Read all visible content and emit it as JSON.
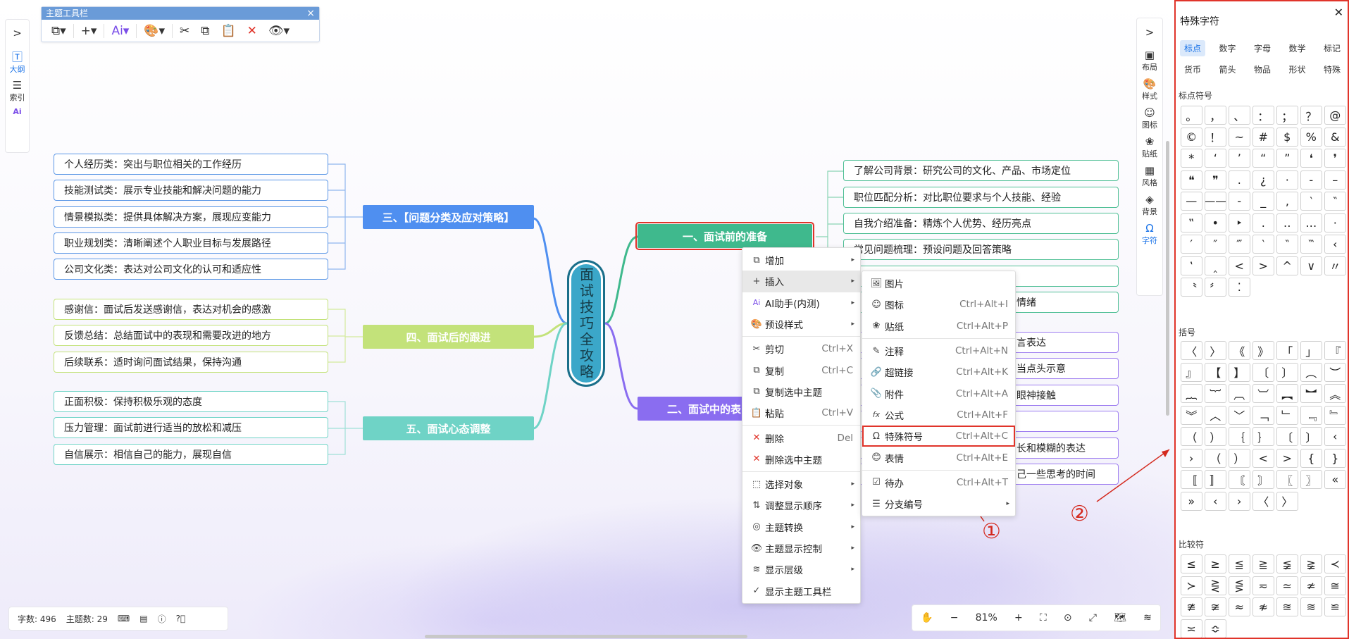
{
  "topic_toolbar": {
    "title": "主题工具栏",
    "close": "×",
    "items": [
      "⧉▾",
      "+▾",
      "Ai▾",
      "🎨▾",
      "✂",
      "⧉",
      "📋",
      "✕",
      "👁▾"
    ]
  },
  "left_rail": {
    "toggle": ">",
    "outline": "大纲",
    "index": "索引",
    "ai": "Ai"
  },
  "mindmap": {
    "root": "面试技巧全攻略",
    "branches": {
      "b1": "一、面试前的准备",
      "b2": "二、面试中的表",
      "b3": "三、【问题分类及应对策略】",
      "b4": "四、面试后的跟进",
      "b5": "五、面试心态调整"
    },
    "left_leaves": [
      "个人经历类：突出与职位相关的工作经历",
      "技能测试类：展示专业技能和解决问题的能力",
      "情景模拟类：提供具体解决方案，展现应变能力",
      "职业规划类：清晰阐述个人职业目标与发展路径",
      "公司文化类：表达对公司文化的认可和适应性",
      "感谢信：面试后发送感谢信，表达对机会的感激",
      "反馈总结：总结面试中的表现和需要改进的地方",
      "后续联系：适时询问面试结果，保持沟通",
      "正面积极：保持积极乐观的态度",
      "压力管理：面试前进行适当的放松和减压",
      "自信展示：相信自己的能力，展现自信"
    ],
    "right_leaves": [
      "了解公司背景：研究公司的文化、产品、市场定位",
      "职位匹配分析：对比职位要求与个人技能、经验",
      "自我介绍准备：精炼个人优势、经历亮点",
      "常见问题梳理：预设问题及回答策略",
      "",
      "情绪",
      "言表达",
      "当点头示意",
      "眼神接触",
      "",
      "长和模糊的表达",
      "己一些思考的时间"
    ]
  },
  "context_menu": [
    {
      "icon": "⧉",
      "label": "增加",
      "shortcut": "",
      "arrow": "▸"
    },
    {
      "icon": "+",
      "label": "插入",
      "shortcut": "",
      "arrow": "▸"
    },
    {
      "icon": "Ai",
      "label": "AI助手(内测)",
      "shortcut": "",
      "arrow": "▸"
    },
    {
      "icon": "🎨",
      "label": "预设样式",
      "shortcut": "",
      "arrow": "▸"
    },
    {
      "icon": "✂",
      "label": "剪切",
      "shortcut": "Ctrl+X",
      "arrow": ""
    },
    {
      "icon": "⧉",
      "label": "复制",
      "shortcut": "Ctrl+C",
      "arrow": ""
    },
    {
      "icon": "⧉",
      "label": "复制选中主题",
      "shortcut": "",
      "arrow": ""
    },
    {
      "icon": "📋",
      "label": "粘贴",
      "shortcut": "Ctrl+V",
      "arrow": ""
    },
    {
      "icon": "✕",
      "label": "删除",
      "shortcut": "Del",
      "arrow": ""
    },
    {
      "icon": "✕",
      "label": "删除选中主题",
      "shortcut": "",
      "arrow": ""
    },
    {
      "icon": "⬚",
      "label": "选择对象",
      "shortcut": "",
      "arrow": "▸"
    },
    {
      "icon": "⇅",
      "label": "调整显示顺序",
      "shortcut": "",
      "arrow": "▸"
    },
    {
      "icon": "◎",
      "label": "主题转换",
      "shortcut": "",
      "arrow": "▸"
    },
    {
      "icon": "👁",
      "label": "主题显示控制",
      "shortcut": "",
      "arrow": "▸"
    },
    {
      "icon": "≋",
      "label": "显示层级",
      "shortcut": "",
      "arrow": "▸"
    },
    {
      "icon": "✓",
      "label": "显示主题工具栏",
      "shortcut": "",
      "arrow": ""
    }
  ],
  "insert_submenu": [
    {
      "icon": "🖼",
      "label": "图片",
      "shortcut": "",
      "arrow": ""
    },
    {
      "icon": "☺",
      "label": "图标",
      "shortcut": "Ctrl+Alt+I",
      "arrow": ""
    },
    {
      "icon": "❀",
      "label": "贴纸",
      "shortcut": "Ctrl+Alt+P",
      "arrow": ""
    },
    {
      "icon": "✎",
      "label": "注释",
      "shortcut": "Ctrl+Alt+N",
      "arrow": ""
    },
    {
      "icon": "🔗",
      "label": "超链接",
      "shortcut": "Ctrl+Alt+K",
      "arrow": ""
    },
    {
      "icon": "📎",
      "label": "附件",
      "shortcut": "Ctrl+Alt+A",
      "arrow": ""
    },
    {
      "icon": "fx",
      "label": "公式",
      "shortcut": "Ctrl+Alt+F",
      "arrow": ""
    },
    {
      "icon": "Ω",
      "label": "特殊符号",
      "shortcut": "Ctrl+Alt+C",
      "arrow": ""
    },
    {
      "icon": "😊",
      "label": "表情",
      "shortcut": "Ctrl+Alt+E",
      "arrow": ""
    },
    {
      "icon": "☑",
      "label": "待办",
      "shortcut": "Ctrl+Alt+T",
      "arrow": ""
    },
    {
      "icon": "☰",
      "label": "分支编号",
      "shortcut": "",
      "arrow": "▸"
    }
  ],
  "right_rail": {
    "toggle": ">",
    "items": [
      {
        "icon": "▣",
        "label": "布局"
      },
      {
        "icon": "🎨",
        "label": "样式"
      },
      {
        "icon": "☺",
        "label": "图标"
      },
      {
        "icon": "❀",
        "label": "贴纸"
      },
      {
        "icon": "▦",
        "label": "风格"
      },
      {
        "icon": "◈",
        "label": "背景"
      },
      {
        "icon": "Ω",
        "label": "字符"
      }
    ]
  },
  "special_chars_panel": {
    "title": "特殊字符",
    "close": "✕",
    "tabs_row1": [
      "标点",
      "数字",
      "字母",
      "数学",
      "标记"
    ],
    "tabs_row2": [
      "货币",
      "箭头",
      "物品",
      "形状",
      "特殊"
    ],
    "sections": {
      "punct": "标点符号",
      "brackets": "括号",
      "compare": "比较符"
    },
    "punct_chars": [
      "。",
      "，",
      "、",
      "：",
      "；",
      "？",
      "@",
      "©",
      "！",
      "~",
      "#",
      "$",
      "%",
      "&",
      "*",
      "‘",
      "’",
      "“",
      "”",
      "❛",
      "❜",
      "❝",
      "❞",
      ".",
      "¿",
      "·",
      "-",
      "–",
      "—",
      "——",
      "‐",
      "_",
      "‚",
      "‵",
      "‶",
      "‟",
      "•",
      "‣",
      "․",
      "‥",
      "…",
      "·",
      "′",
      "″",
      "‴",
      "‵",
      "‶",
      "‷",
      "‹",
      "‛",
      "‸",
      "<",
      ">",
      "^",
      "∨",
      "〃",
      "〝",
      "〞",
      "⁚"
    ],
    "bracket_chars": [
      "〈",
      "〉",
      "《",
      "》",
      "「",
      "」",
      "『",
      "』",
      "【",
      "】",
      "〔",
      "〕",
      "︵",
      "︶",
      "︷",
      "︸",
      "︹",
      "︺",
      "︻",
      "︼",
      "︽",
      "︾",
      "︿",
      "﹀",
      "﹁",
      "﹂",
      "﹃",
      "﹄",
      "（",
      "）",
      "｛",
      "｝",
      "〔",
      "〕",
      "‹",
      "›",
      "（",
      "）",
      "<",
      ">",
      "{",
      "}",
      "〚",
      "〛",
      "〘",
      "〙",
      "〖",
      "〗",
      "«",
      "»",
      "‹",
      "›",
      "〈",
      "〉"
    ],
    "compare_chars": [
      "≤",
      "≥",
      "≦",
      "≧",
      "≨",
      "≩",
      "≺",
      "≻",
      "⋛",
      "⋚",
      "≂",
      "≃",
      "≄",
      "≅",
      "≇",
      "≆",
      "≈",
      "≉",
      "≊",
      "≋",
      "≌",
      "≍",
      "≎"
    ]
  },
  "status_bar": {
    "word_count": "字数: 496",
    "topic_count": "主题数: 29"
  },
  "zoom_bar": {
    "level": "81%",
    "minus": "−",
    "plus": "+"
  },
  "annotations": {
    "circle1": "①",
    "circle2": "②"
  },
  "colors": {
    "blue_branch": "#4f8ff0",
    "lime_branch": "#c3e27a",
    "teal_branch": "#6fd3c6",
    "green_branch": "#3fb98d",
    "purple_branch": "#8a6df0",
    "root": "#3ba7c9",
    "highlight_red": "#e0342a"
  }
}
